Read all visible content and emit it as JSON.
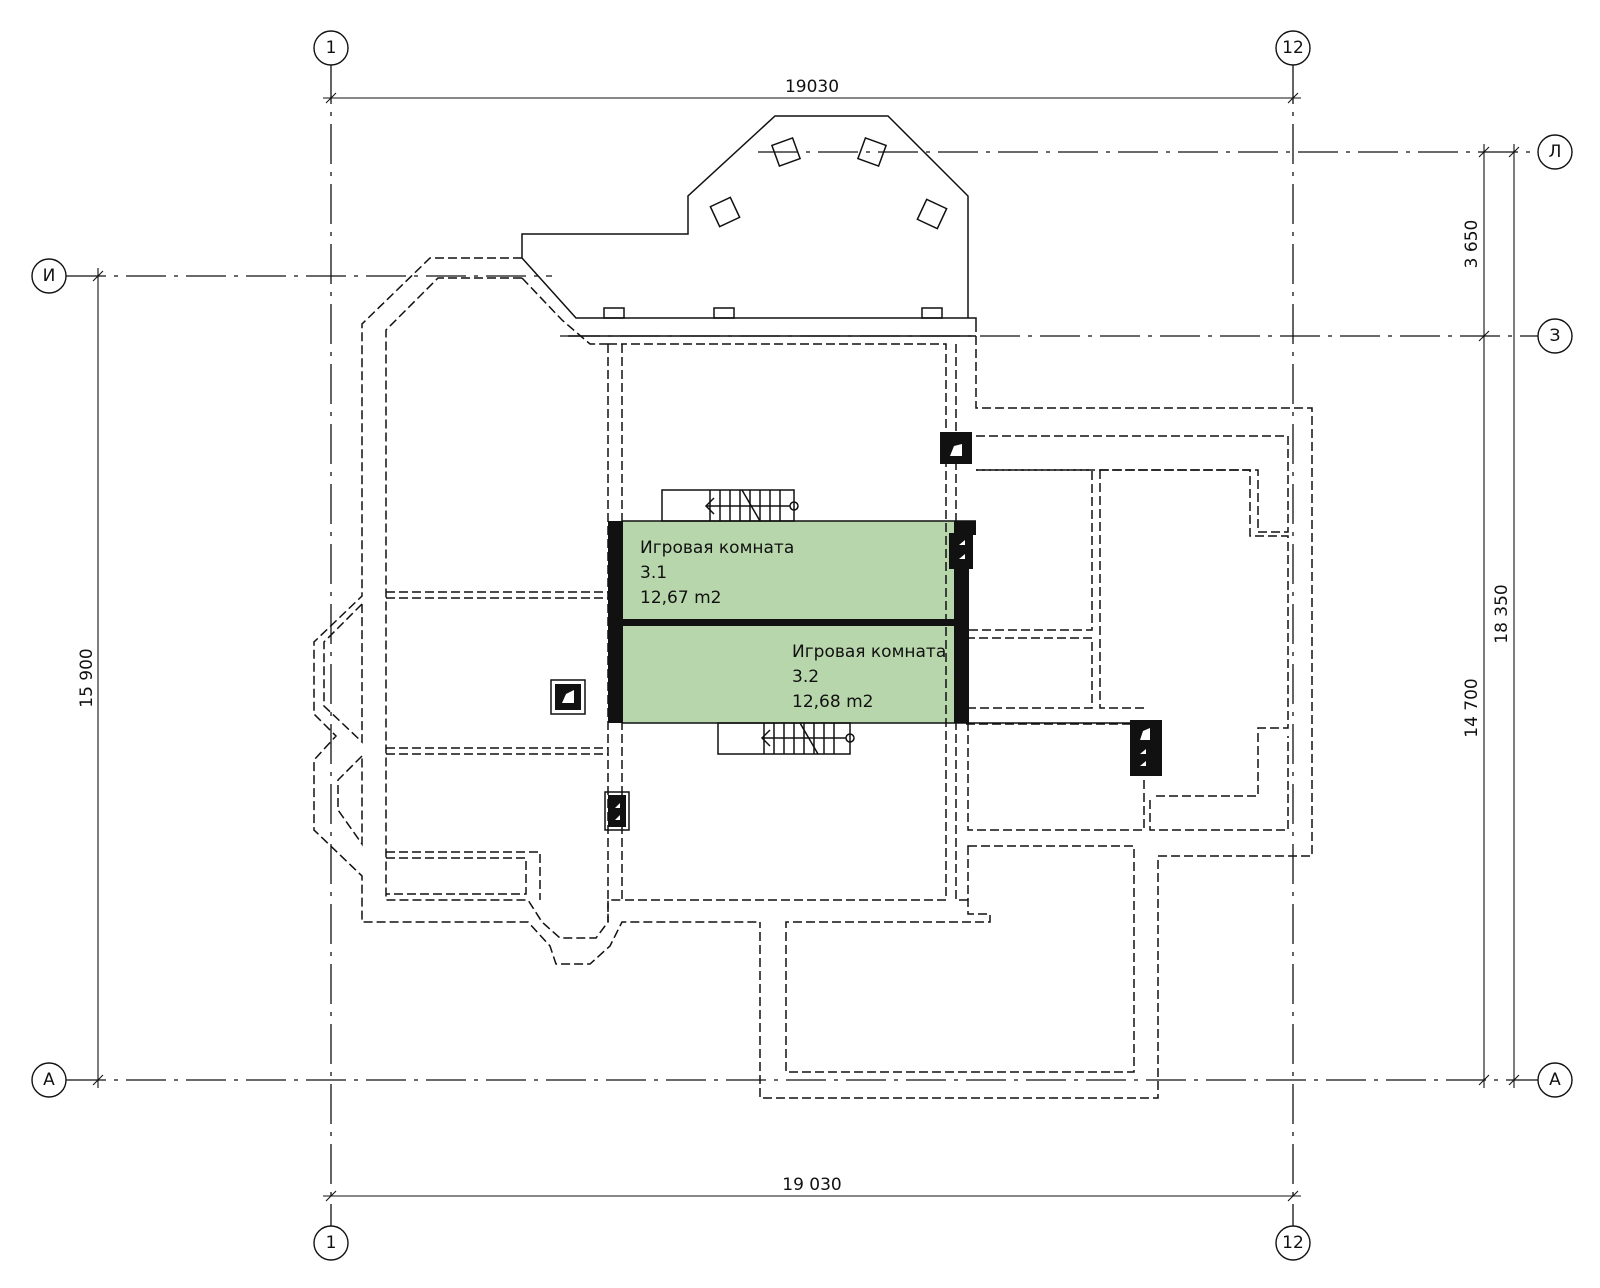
{
  "axes": {
    "col_1": "1",
    "col_12": "12",
    "row_I": "И",
    "row_A": "А",
    "row_L": "Л",
    "row_Z": "З"
  },
  "dimensions": {
    "top": "19030",
    "bottom": "19 030",
    "left": "15 900",
    "right_upper": "3 650",
    "right_inner": "14 700",
    "right_outer": "18 350"
  },
  "rooms": [
    {
      "name": "Игровая комната",
      "number": "3.1",
      "area": "12,67 m2",
      "fill": "#b8d6ab"
    },
    {
      "name": "Игровая комната",
      "number": "3.2",
      "area": "12,68 m2",
      "fill": "#b8d6ab"
    }
  ],
  "colors": {
    "line": "#111111",
    "room_fill": "#b8d6ab",
    "background": "#ffffff"
  }
}
